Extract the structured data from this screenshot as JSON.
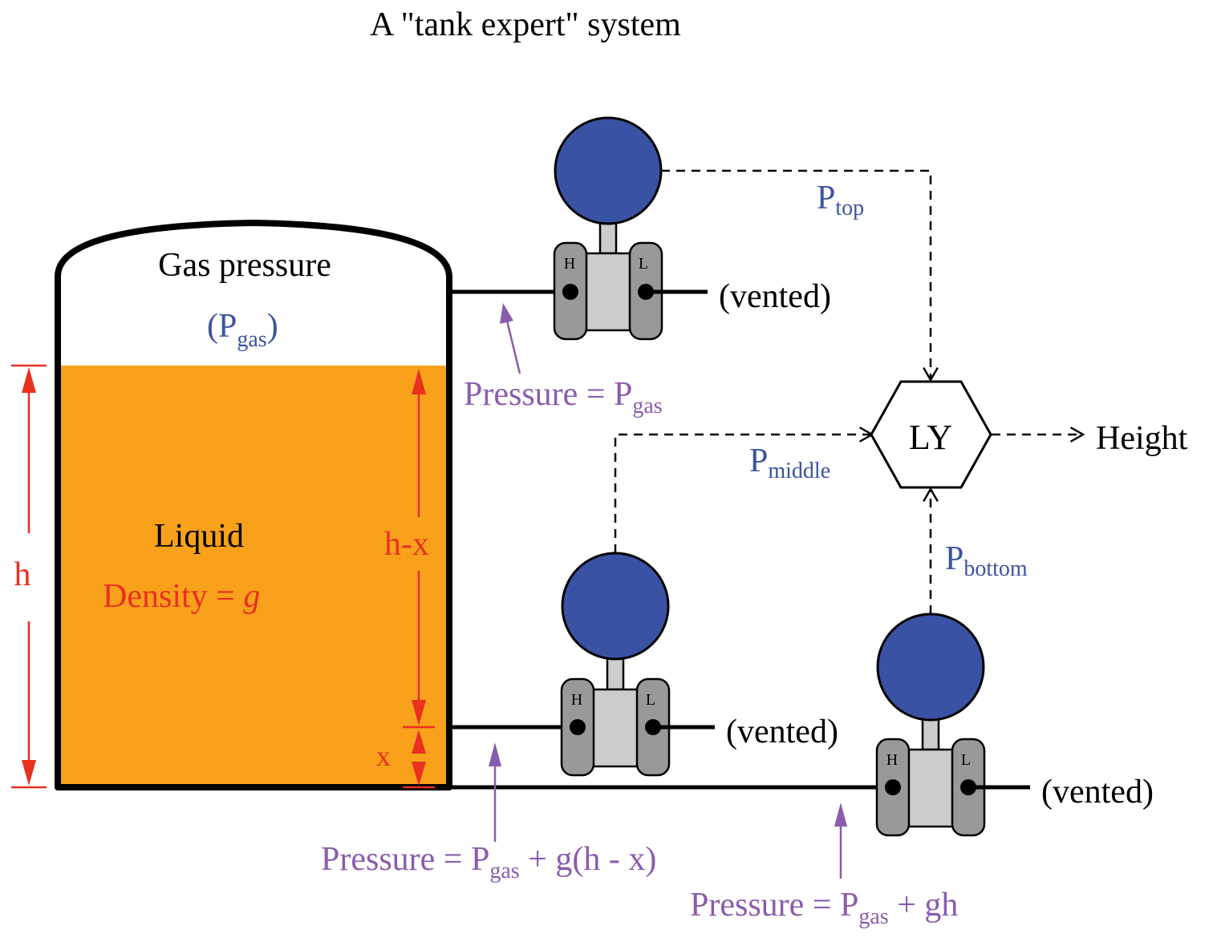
{
  "title": "A \"tank expert\" system",
  "colors": {
    "liquid": "#f9a11b",
    "gauge_blue": "#3a52a3",
    "label_blue": "#3d53a1",
    "dimension_red": "#e8311f",
    "pressure_purple": "#8a5cad",
    "body_gray": "#cccccc",
    "flange_gray": "#999999"
  },
  "tank": {
    "gas_label": "Gas pressure",
    "gas_symbol_open": "(P",
    "gas_symbol_sub": "gas",
    "gas_symbol_close": ")",
    "liquid_label": "Liquid",
    "density_label": "Density = ",
    "density_symbol": "g"
  },
  "dimensions": {
    "h": "h",
    "h_minus_x": "h-x",
    "x": "x"
  },
  "transmitters": {
    "high_port": "H",
    "low_port": "L",
    "vented": "(vented)"
  },
  "signals": {
    "p": "P",
    "top_sub": "top",
    "middle_sub": "middle",
    "bottom_sub": "bottom"
  },
  "relay": {
    "label": "LY",
    "output": "Height"
  },
  "pressures": {
    "prefix": "Pressure = P",
    "sub": "gas",
    "top_suffix": "",
    "middle_suffix": " + g(h - x)",
    "bottom_suffix": " + gh"
  }
}
